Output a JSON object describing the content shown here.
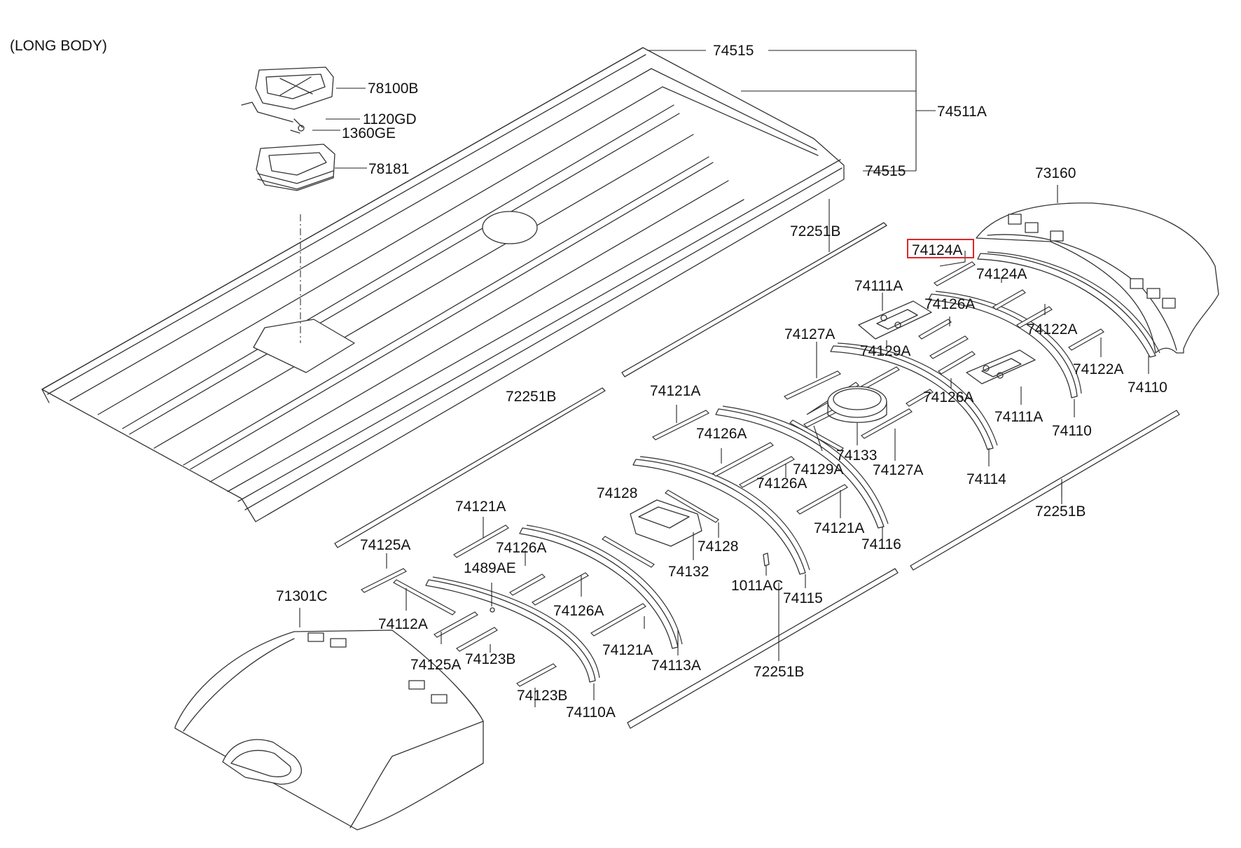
{
  "diagram": {
    "caption": "(LONG BODY)",
    "highlight_color": "#e0262a",
    "highlighted_part": "74124A",
    "labels": {
      "l74515_top": "74515",
      "l74511A": "74511A",
      "l74515_bot": "74515",
      "l78100B": "78100B",
      "l1120GD": "1120GD",
      "l1360GE": "1360GE",
      "l78181": "78181",
      "l73160": "73160",
      "l74124A_hl": "74124A",
      "l74124A": "74124A",
      "l72251B_1": "72251B",
      "l72251B_2": "72251B",
      "l72251B_3": "72251B",
      "l72251B_4": "72251B",
      "l74111A_1": "74111A",
      "l74126A_1": "74126A",
      "l74122A_1": "74122A",
      "l74122A_2": "74122A",
      "l74127A_1": "74127A",
      "l74129A_1": "74129A",
      "l74110_1": "74110",
      "l74126A_2": "74126A",
      "l74111A_2": "74111A",
      "l74110_2": "74110",
      "l74121A_1": "74121A",
      "l74126A_3": "74126A",
      "l74133": "74133",
      "l74129A_2": "74129A",
      "l74127A_2": "74127A",
      "l74114": "74114",
      "l74126A_4": "74126A",
      "l74128_1": "74128",
      "l74128_2": "74128",
      "l74121A_2": "74121A",
      "l74121A_3": "74121A",
      "l74116": "74116",
      "l74132": "74132",
      "l1011AC": "1011AC",
      "l74115": "74115",
      "l74125A_1": "74125A",
      "l74126A_5": "74126A",
      "l1489AE": "1489AE",
      "l71301C": "71301C",
      "l74112A": "74112A",
      "l74126A_6": "74126A",
      "l74121A_4": "74121A",
      "l74125A_2": "74125A",
      "l74123B_1": "74123B",
      "l74113A": "74113A",
      "l74123B_2": "74123B",
      "l74110A": "74110A"
    }
  }
}
